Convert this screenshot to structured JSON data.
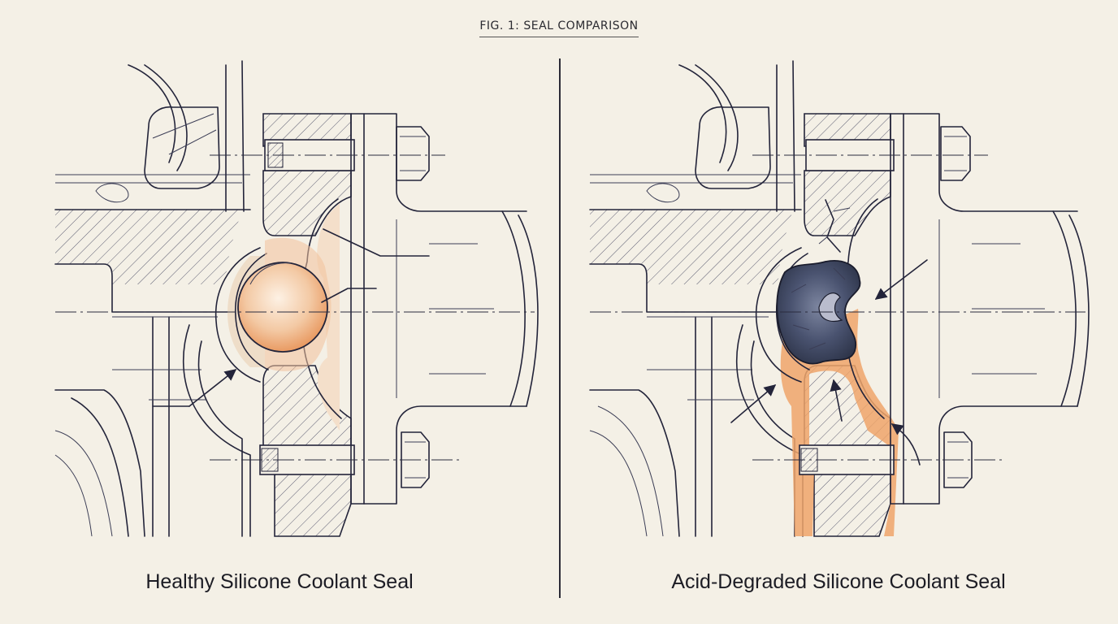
{
  "figure": {
    "title": "FIG. 1: SEAL COMPARISON"
  },
  "panels": [
    {
      "id": "healthy",
      "caption": "Healthy Silicone Coolant Seal",
      "seal_color": "#f1c29c",
      "accent": "#f0a468"
    },
    {
      "id": "degraded",
      "caption": "Acid-Degraded Silicone Coolant Seal",
      "seal_color": "#3d4660",
      "accent": "#ec9a5c"
    }
  ]
}
